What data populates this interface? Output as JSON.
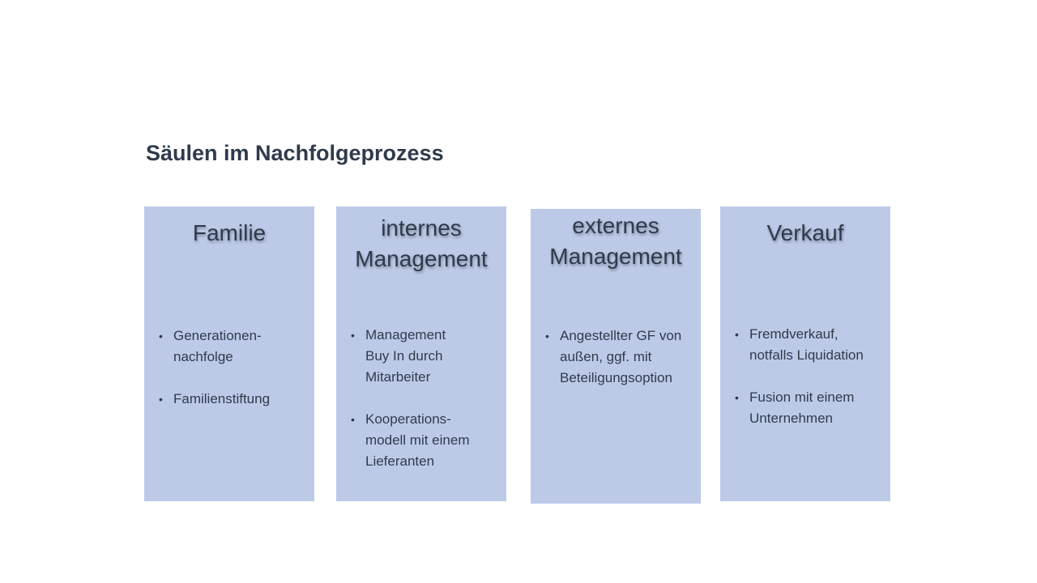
{
  "title": "Säulen im Nachfolgeprozess",
  "pillars": [
    {
      "heading": "Familie",
      "items": [
        "Generationen-\nnachfolge",
        "Familienstiftung"
      ]
    },
    {
      "heading": "internes\nManagement",
      "items": [
        "Management\nBuy In durch\nMitarbeiter",
        "Kooperations-\nmodell mit einem\nLieferanten"
      ]
    },
    {
      "heading": "externes\nManagement",
      "items": [
        "Angestellter GF von\naußen, ggf. mit\nBeteiligungsoption"
      ]
    },
    {
      "heading": "Verkauf",
      "items": [
        "Fremdverkauf,\nnotfalls Liquidation",
        "Fusion mit einem\nUnternehmen"
      ]
    }
  ],
  "colors": {
    "pillar_bg": "#bccae8",
    "text": "#2f3b4c"
  }
}
